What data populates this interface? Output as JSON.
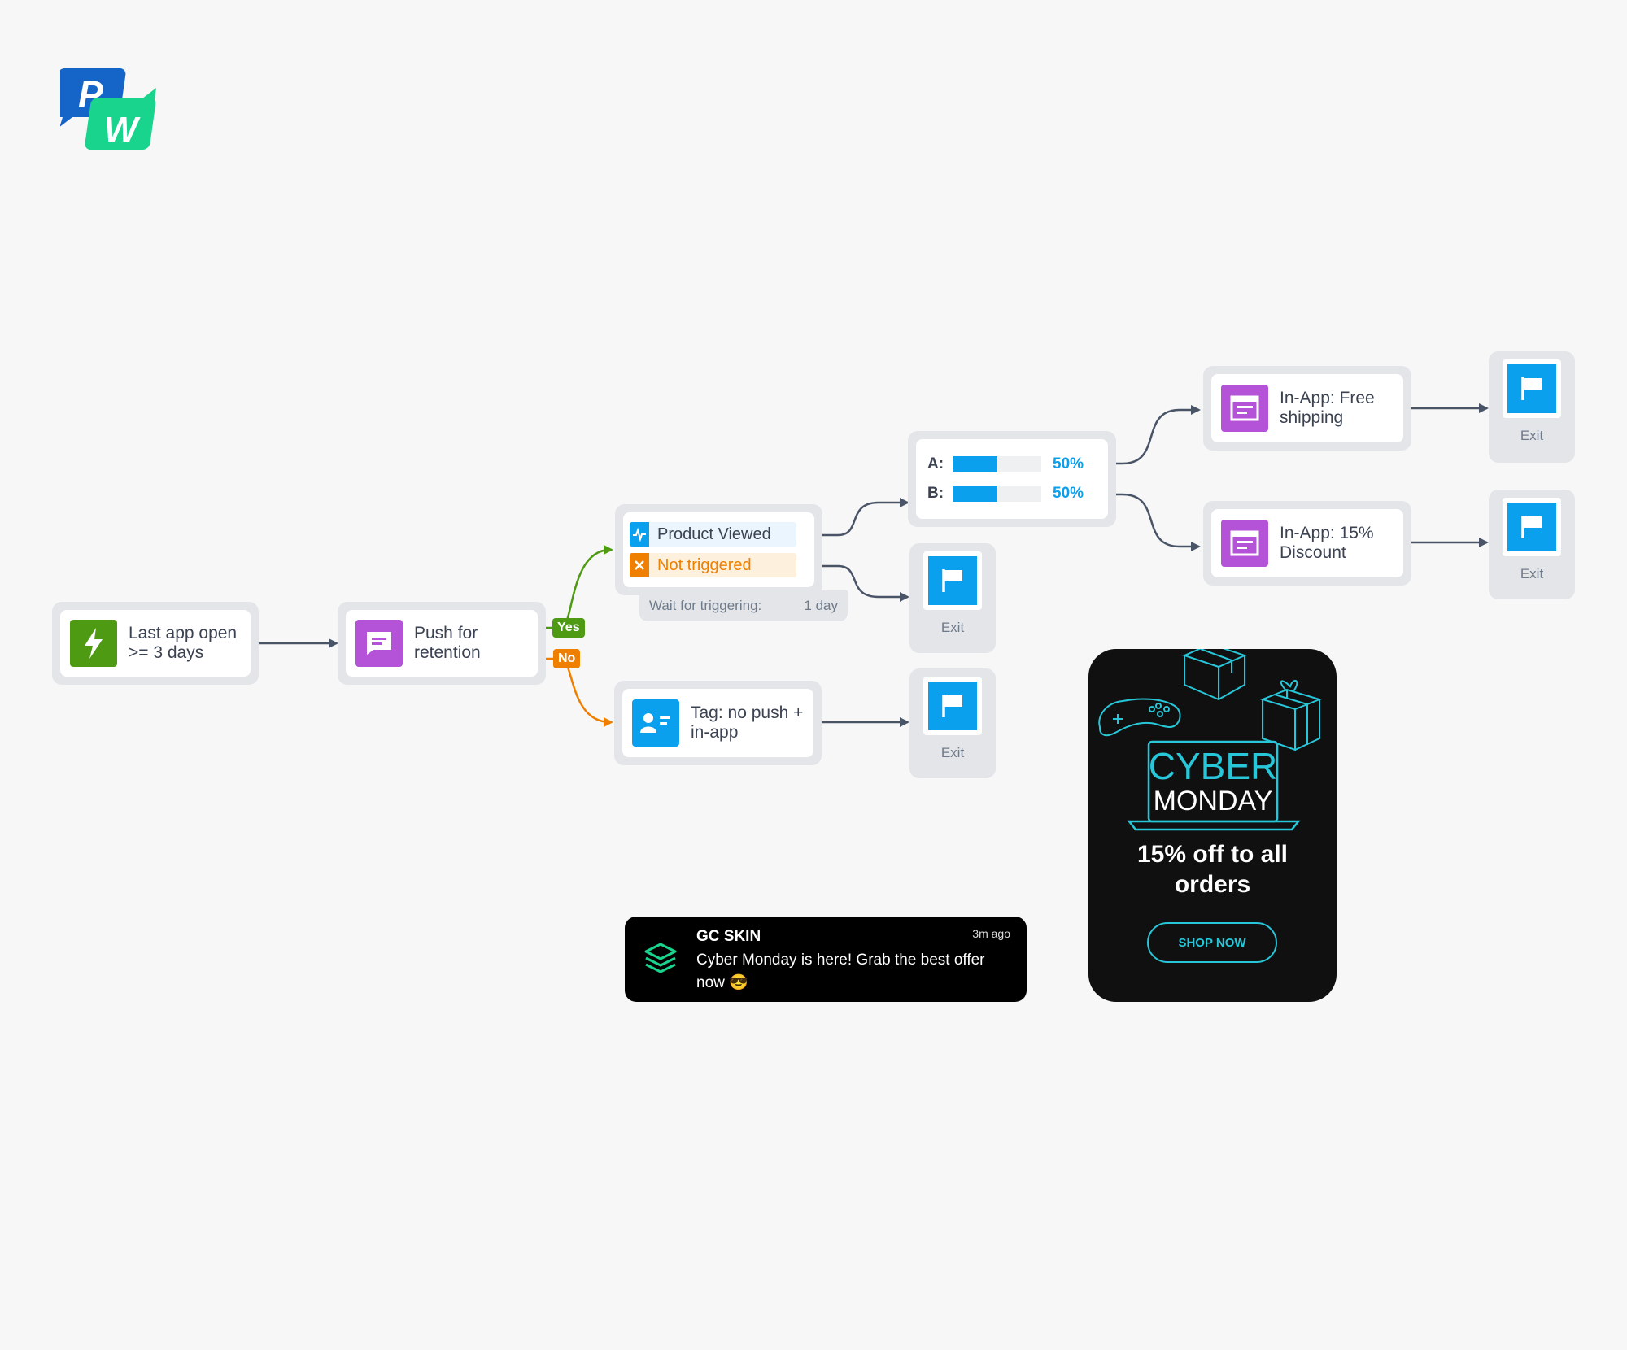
{
  "brand": {
    "logo_letters": [
      "P",
      "W"
    ],
    "logo_colors": [
      "#1565c8",
      "#19d48c"
    ]
  },
  "colors": {
    "green": "#4e9a12",
    "orange": "#ef7f00",
    "purple": "#b452d8",
    "blue": "#0ba0ee",
    "wire": "#4a5467",
    "card": "#e3e5e8"
  },
  "flow": {
    "trigger": {
      "label": "Last app open >= 3 days",
      "icon": "lightning-icon"
    },
    "push": {
      "label": "Push for retention",
      "icon": "message-icon"
    },
    "branch": {
      "yes": "Yes",
      "no": "No"
    },
    "wait_event": {
      "event_label": "Product Viewed",
      "fallback_label": "Not triggered",
      "wait_label": "Wait for triggering:",
      "wait_value": "1 day"
    },
    "tag": {
      "label": "Tag: no push + in-app",
      "icon": "user-tag-icon"
    },
    "ab_split": {
      "rows": [
        {
          "letter": "A:",
          "percent": "50%",
          "fraction": 0.5
        },
        {
          "letter": "B:",
          "percent": "50%",
          "fraction": 0.5
        }
      ]
    },
    "inapp_free": {
      "label": "In-App: Free shipping",
      "icon": "inapp-icon"
    },
    "inapp_discount": {
      "label": "In-App: 15% Discount",
      "icon": "inapp-icon"
    },
    "exit_label": "Exit"
  },
  "push_notification": {
    "app": "GC SKIN",
    "time": "3m ago",
    "message": "Cyber Monday is here! Grab the best offer now",
    "emoji": "😎"
  },
  "promo": {
    "line1": "CYBER",
    "line2": "MONDAY",
    "headline": "15% off to all orders",
    "button": "SHOP NOW"
  }
}
